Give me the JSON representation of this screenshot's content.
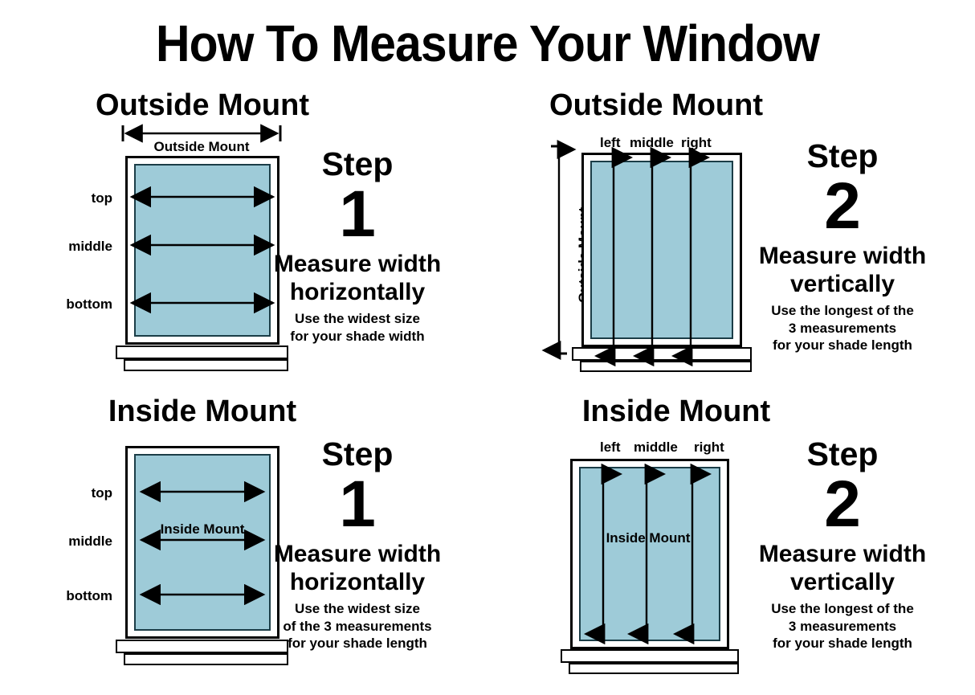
{
  "title": "How To Measure Your Window",
  "colors": {
    "glass": "#9ecbd8",
    "glass_border": "#1b3d47",
    "frame": "#ffffff",
    "outline": "#000000",
    "background": "#ffffff"
  },
  "panels": [
    {
      "id": "outside-mount-step1",
      "heading": "Outside Mount",
      "mount_type": "Outside Mount",
      "measure_axis": "horizontal",
      "dimension_caption": "Outside Mount",
      "row_labels": [
        "top",
        "middle",
        "bottom"
      ],
      "arrow_count": 3,
      "step": {
        "word": "Step",
        "number": "1",
        "headline_line1": "Measure width",
        "headline_line2": "horizontally",
        "sub_lines": [
          "Use the widest size",
          "for your shade width"
        ]
      }
    },
    {
      "id": "outside-mount-step2",
      "heading": "Outside Mount",
      "mount_type": "Outside Mount",
      "measure_axis": "vertical",
      "dimension_caption": "Outside Mount",
      "column_labels": [
        "left",
        "middle",
        "right"
      ],
      "arrow_count": 3,
      "step": {
        "word": "Step",
        "number": "2",
        "headline_line1": "Measure width",
        "headline_line2": "vertically",
        "sub_lines": [
          "Use the longest of the",
          "3 measurements",
          "for your shade length"
        ]
      }
    },
    {
      "id": "inside-mount-step1",
      "heading": "Inside Mount",
      "mount_type": "Inside Mount",
      "measure_axis": "horizontal",
      "dimension_caption": "Inside Mount",
      "row_labels": [
        "top",
        "middle",
        "bottom"
      ],
      "arrow_count": 3,
      "step": {
        "word": "Step",
        "number": "1",
        "headline_line1": "Measure width",
        "headline_line2": "horizontally",
        "sub_lines": [
          "Use the widest size",
          "of the 3 measurements",
          "for your shade length"
        ]
      }
    },
    {
      "id": "inside-mount-step2",
      "heading": "Inside Mount",
      "mount_type": "Inside Mount",
      "measure_axis": "vertical",
      "dimension_caption": "Inside Mount",
      "column_labels": [
        "left",
        "middle",
        "right"
      ],
      "arrow_count": 3,
      "step": {
        "word": "Step",
        "number": "2",
        "headline_line1": "Measure width",
        "headline_line2": "vertically",
        "sub_lines": [
          "Use the longest of the",
          "3 measurements",
          "for your shade length"
        ]
      }
    }
  ]
}
